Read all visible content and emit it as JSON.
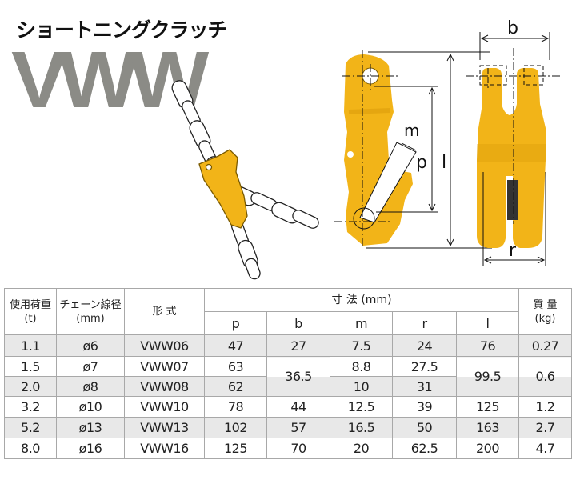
{
  "header": {
    "title": "ショートニングクラッチ",
    "model": "VWW"
  },
  "diagram": {
    "dimension_labels": {
      "b": "b",
      "m": "m",
      "p": "p",
      "l": "l",
      "r": "r"
    },
    "colors": {
      "body": "#f2b418",
      "body_shade": "#d99a0a",
      "line": "#111111"
    }
  },
  "table": {
    "headers": {
      "load": "使用荷重",
      "load_unit": "(t)",
      "chain": "チェーン線径",
      "chain_unit": "(mm)",
      "model": "形 式",
      "dims": "寸 法 (mm)",
      "mass": "質 量",
      "mass_unit": "(kg)",
      "p": "p",
      "b": "b",
      "m": "m",
      "r": "r",
      "l": "l"
    },
    "rows": [
      {
        "load": "1.1",
        "chain": "ø6",
        "model": "VWW06",
        "p": "47",
        "b": "27",
        "m": "7.5",
        "r": "24",
        "l": "76",
        "mass": "0.27"
      },
      {
        "load": "1.5",
        "chain": "ø7",
        "model": "VWW07",
        "p": "63",
        "b": "36.5",
        "m": "8.8",
        "r": "27.5",
        "l": "99.5",
        "mass": "0.6"
      },
      {
        "load": "2.0",
        "chain": "ø8",
        "model": "VWW08",
        "p": "62",
        "m": "10",
        "r": "31"
      },
      {
        "load": "3.2",
        "chain": "ø10",
        "model": "VWW10",
        "p": "78",
        "b": "44",
        "m": "12.5",
        "r": "39",
        "l": "125",
        "mass": "1.2"
      },
      {
        "load": "5.2",
        "chain": "ø13",
        "model": "VWW13",
        "p": "102",
        "b": "57",
        "m": "16.5",
        "r": "50",
        "l": "163",
        "mass": "2.7"
      },
      {
        "load": "8.0",
        "chain": "ø16",
        "model": "VWW16",
        "p": "125",
        "b": "70",
        "m": "20",
        "r": "62.5",
        "l": "200",
        "mass": "4.7"
      }
    ]
  }
}
